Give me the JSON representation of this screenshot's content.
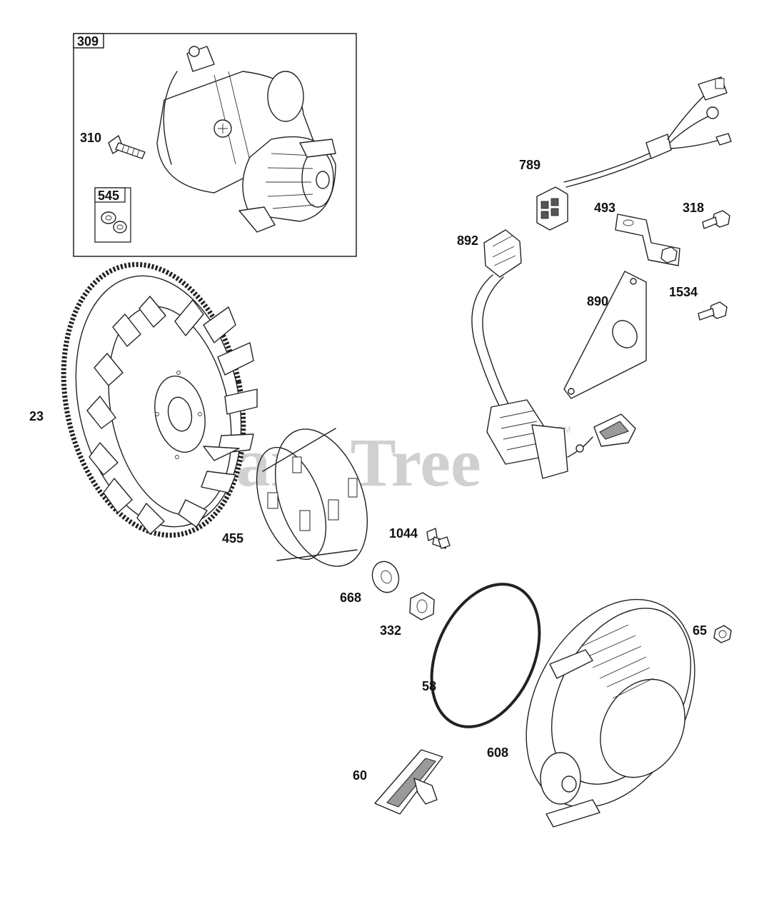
{
  "watermark": {
    "text": "PartsTree",
    "tm": "TM"
  },
  "parts": [
    {
      "id": "309",
      "label": "309",
      "name": "starter motor assembly"
    },
    {
      "id": "310",
      "label": "310",
      "name": "bolt"
    },
    {
      "id": "545",
      "label": "545",
      "name": "washer kit"
    },
    {
      "id": "789",
      "label": "789",
      "name": "wire harness"
    },
    {
      "id": "493",
      "label": "493",
      "name": "bracket"
    },
    {
      "id": "318",
      "label": "318",
      "name": "screw"
    },
    {
      "id": "892",
      "label": "892",
      "name": "key switch harness"
    },
    {
      "id": "890",
      "label": "890",
      "name": "switch bracket"
    },
    {
      "id": "1534",
      "label": "1534",
      "name": "screw"
    },
    {
      "id": "23",
      "label": "23",
      "name": "flywheel"
    },
    {
      "id": "455",
      "label": "455",
      "name": "starter cup"
    },
    {
      "id": "1044",
      "label": "1044",
      "name": "screw"
    },
    {
      "id": "668",
      "label": "668",
      "name": "washer"
    },
    {
      "id": "332",
      "label": "332",
      "name": "nut"
    },
    {
      "id": "58",
      "label": "58",
      "name": "rope"
    },
    {
      "id": "65",
      "label": "65",
      "name": "screw"
    },
    {
      "id": "608",
      "label": "608",
      "name": "rewind starter"
    },
    {
      "id": "60",
      "label": "60",
      "name": "starter handle"
    }
  ]
}
